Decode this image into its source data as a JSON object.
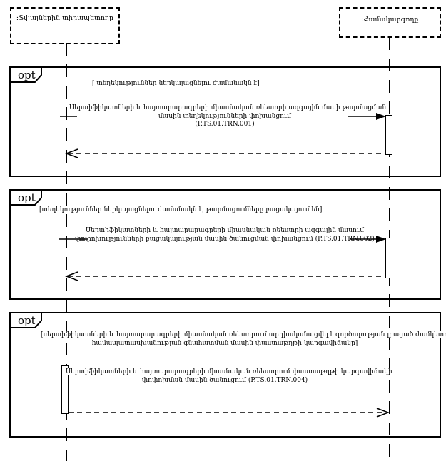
{
  "diagram_type": "uml-sequence-diagram",
  "actors": [
    {
      "label": ":Տվյալներին տիրապետողը"
    },
    {
      "label": ":Համակարգողը"
    }
  ],
  "fragments": [
    {
      "operator": "opt",
      "guard_lines": [
        "[ տեղեկություններ ներկայացնելու ժամանակն է]"
      ],
      "message_lines": [
        "Սերտիֆիկատների և հայտարարագրերի միասնական ռեեստրի ազգային մասի թարմացման",
        "մասին տեղեկությունների փոխանցում",
        "(P.TS.01.TRN.001)"
      ],
      "message_code": "P.TS.01.TRN.001",
      "request_arrow": "solid, left actor to right actor",
      "return_arrow": "dashed, right actor to left actor"
    },
    {
      "operator": "opt",
      "guard_lines": [
        "[տեղեկություններ ներկայացնելու ժամանակն է, թարմացումները բացակայում են]"
      ],
      "message_lines": [
        "Սերտիֆիկատների և հայտարարագրերի միասնական ռեեստրի ազգային մասում",
        "փոփոխությունների բացակայության մասին ծանուցման փոխանցում (P.TS.01.TRN.002)"
      ],
      "message_code": "P.TS.01.TRN.002",
      "request_arrow": "solid, left actor to right actor",
      "return_arrow": "dashed, right actor to left actor"
    },
    {
      "operator": "opt",
      "guard_lines": [
        "[սերտիֆիկատների և հայտարարագրերի միասնական ռեեստրում արդիականացվել է գործողության լրացած ժամկետով",
        "համապատասխանության գնահատման մասին փաստաթղթի կարգավիճակը]"
      ],
      "message_lines": [
        "Սերտիֆիկատների և հայտարարագրերի միասնական ռեեստրում փաստաթղթի կարգավիճակի",
        "փոփոխման մասին ծանուցում (P.TS.01.TRN.004)"
      ],
      "message_code": "P.TS.01.TRN.004",
      "request_arrow": "dashed, left actor to right actor"
    }
  ],
  "colors": {
    "line": "#000000",
    "background": "#ffffff"
  }
}
